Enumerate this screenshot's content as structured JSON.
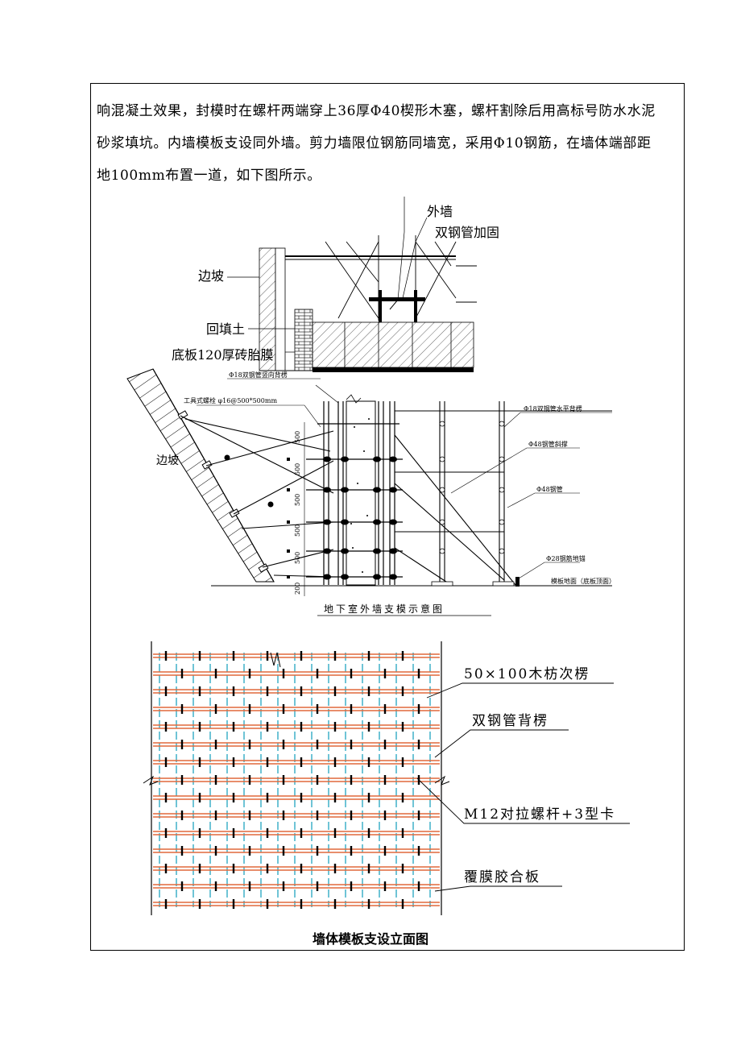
{
  "paragraph": {
    "line1": "响混凝土效果，封模时在螺杆两端穿上36厚Φ40楔形木塞，螺杆割除后用高标号防水水泥",
    "line2": "砂浆填坑。内墙模板支设同外墙。剪力墙限位钢筋同墙宽，采用Φ10钢筋，在墙体端部距",
    "line3": "地100mm布置一道，如下图所示。"
  },
  "figure1": {
    "label_outer_wall": "外墙",
    "label_double_pipe": "双钢管加固",
    "label_slope": "边坡",
    "label_backfill": "回填土",
    "label_brick_membrane": "底板120厚砖胎膜"
  },
  "figure2": {
    "label_vertical_purlin": "Φ18双钢管竖向背楞",
    "label_bolt": "工具式螺栓 φ16@500*500mm",
    "label_horizontal_purlin": "Φ18双钢管水平背楞",
    "label_brace": "Φ48钢管斜撑",
    "label_pipe": "Φ48钢管",
    "label_anchor": "Φ28钢筋地锚",
    "label_floor": "模板地面（底板顶面）",
    "label_slope": "边坡",
    "dims": [
      "500",
      "500",
      "500",
      "500",
      "500",
      "200"
    ],
    "title": "地下室外墙支模示意图"
  },
  "figure3": {
    "label_timber": "50×100木枋次楞",
    "label_double_purlin": "双钢管背楞",
    "label_bolt": "M12对拉螺杆+3型卡",
    "label_plywood": "覆膜胶合板",
    "caption": "墙体模板支设立面图"
  },
  "colors": {
    "stud_blue": "#6fc4d6",
    "purlin_red": "#e0683c",
    "line": "#000000"
  }
}
